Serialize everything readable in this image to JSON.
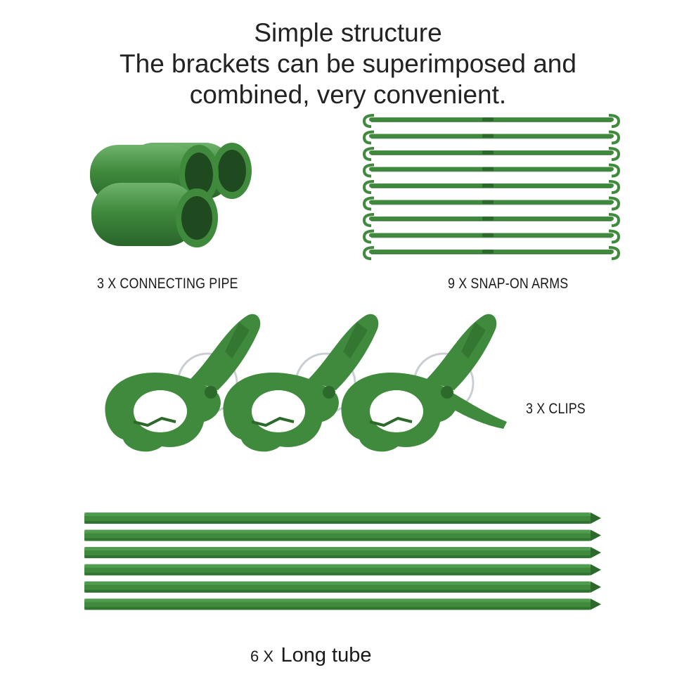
{
  "heading": {
    "line1": "Simple structure",
    "line2": "The brackets can be superimposed and",
    "line3": "combined, very convenient."
  },
  "items": {
    "connecting_pipe": "3 X CONNECTING PIPE",
    "snap_on_arms": "9 X SNAP-ON ARMS",
    "clips": "3 X CLIPS",
    "long_tube_count": "6 X",
    "long_tube_name": "Long tube"
  },
  "colors": {
    "green": "#3f8a3d",
    "green_dark": "#2c6a2c",
    "green_light": "#5aa558",
    "steel": "#c9ced3"
  }
}
